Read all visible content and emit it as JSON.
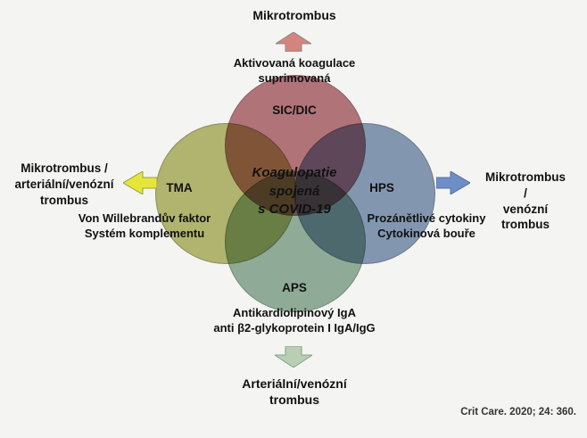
{
  "diagram": {
    "center_title": "Koagulopatie\nspojená\ns COVID-19",
    "circles": {
      "top": {
        "label": "SIC/DIC",
        "note": "Aktivovaná koagulace\nsuprimovaná",
        "color": "#a85a62"
      },
      "left": {
        "label": "TMA",
        "note": "Von Willebrandův faktor\nSystém komplementu",
        "color": "#a9ad55"
      },
      "right": {
        "label": "HPS",
        "note": "Prozánětlivé cytokiny\nCytokinová bouře",
        "color": "#6e87ab"
      },
      "bottom": {
        "label": "APS",
        "note": "Antikardiolipinový IgA\nanti β2-glykoprotein I IgA/IgG",
        "color": "#7fa28a"
      }
    },
    "outcomes": {
      "top": "Mikrotrombus",
      "left": "Mikrotrombus /\narteriální/venózní\ntrombus",
      "right": "Mikrotrombus /\nvenózní trombus",
      "bottom": "Arteriální/venózní\ntrombus"
    },
    "arrow_colors": {
      "up": "#d4847c",
      "left": "#e6e53a",
      "right": "#6d8ec8",
      "down": "#b8cfb4"
    },
    "citation": "Crit Care. 2020; 24: 360."
  }
}
